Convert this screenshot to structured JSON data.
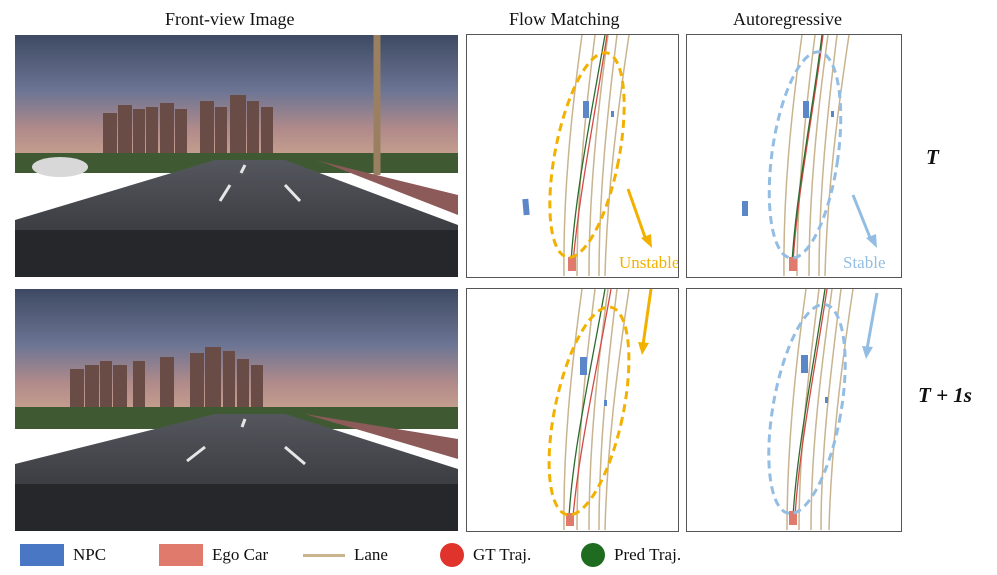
{
  "columns": {
    "front_view": "Front-view Image",
    "flow_matching": "Flow Matching",
    "autoregressive": "Autoregressive"
  },
  "rows": [
    {
      "label": "T"
    },
    {
      "label": "T + 1s"
    }
  ],
  "annotations": {
    "unstable": "Unstable",
    "stable": "Stable"
  },
  "legend": [
    {
      "label": "NPC",
      "color": "#4a77c4",
      "shape": "rect"
    },
    {
      "label": "Ego Car",
      "color": "#e07a6c",
      "shape": "rect"
    },
    {
      "label": "Lane",
      "color": "#c8b48f",
      "shape": "line"
    },
    {
      "label": "GT Traj.",
      "color": "#e0332b",
      "shape": "dot"
    },
    {
      "label": "Pred Traj.",
      "color": "#1f6b1f",
      "shape": "dot"
    }
  ],
  "colors": {
    "flow_matching_ellipse": "#f2b100",
    "autoregressive_ellipse": "#93bde3",
    "npc": "#5b86c7",
    "ego": "#e07a6c",
    "lane": "#c8b48f",
    "gt": "#d24a44",
    "pred": "#2e6b2e"
  }
}
